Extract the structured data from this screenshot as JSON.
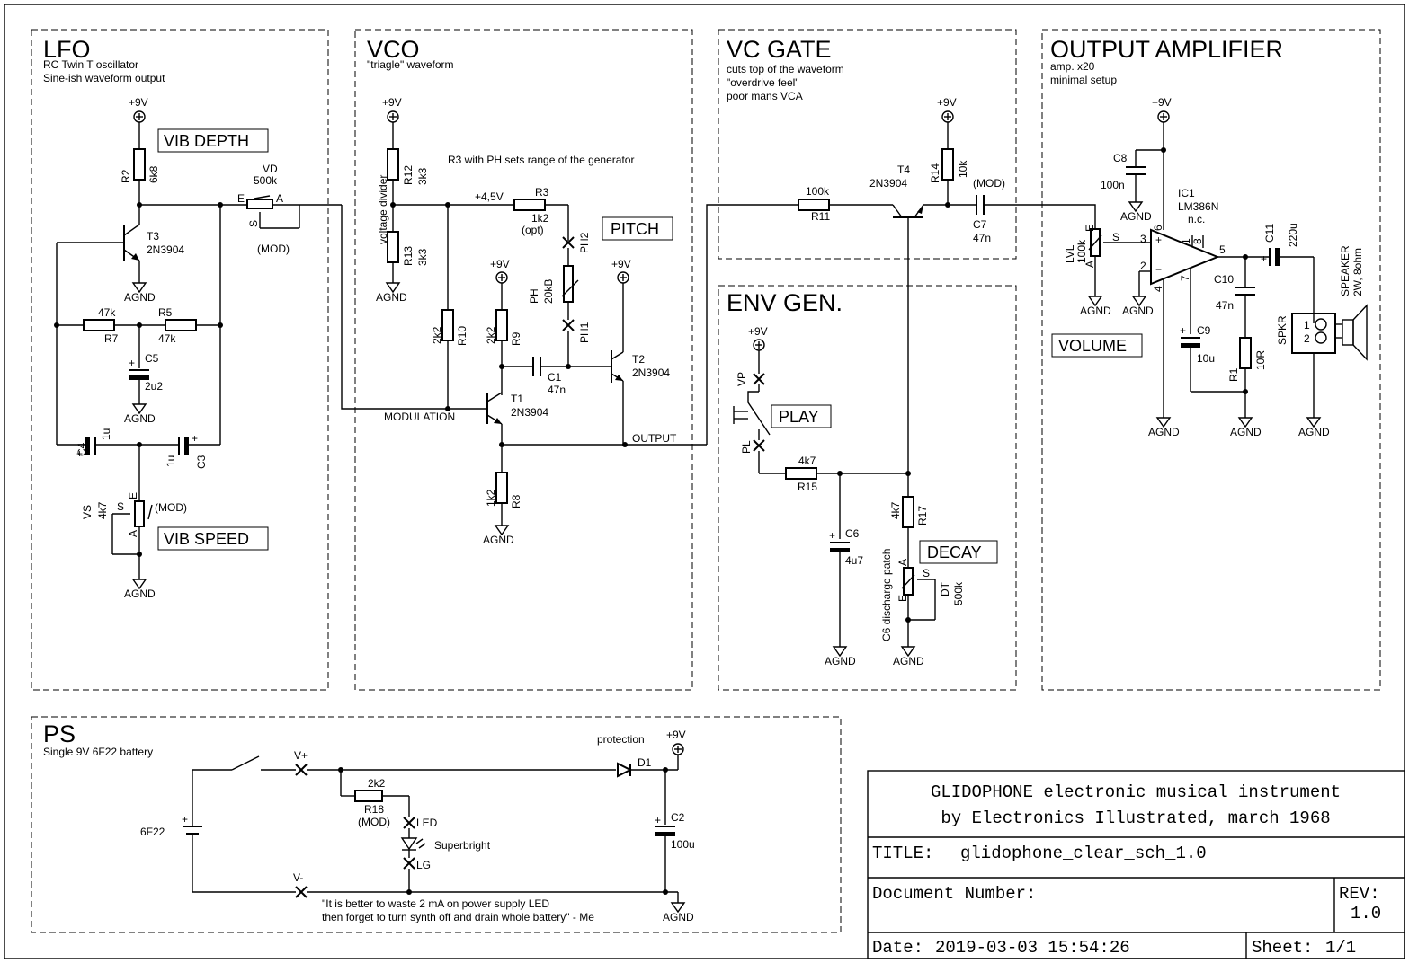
{
  "sections": {
    "lfo": {
      "title": "LFO",
      "line1": "RC Twin T oscillator",
      "line2": "Sine-ish waveform output"
    },
    "vco": {
      "title": "VCO",
      "line1": "\"triagle\" waveform"
    },
    "vcgate": {
      "title": "VC GATE",
      "line1": "cuts top of the waveform",
      "line2": "\"overdrive feel\"",
      "line3": "poor mans VCA"
    },
    "outamp": {
      "title": "OUTPUT AMPLIFIER",
      "line1": "amp. x20",
      "line2": "minimal setup"
    },
    "envgen": {
      "title": "ENV GEN."
    },
    "ps": {
      "title": "PS",
      "line1": "Single 9V 6F22 battery"
    }
  },
  "controls": {
    "vib_depth": "VIB DEPTH",
    "vib_speed": "VIB SPEED",
    "pitch": "PITCH",
    "play": "PLAY",
    "decay": "DECAY",
    "volume": "VOLUME"
  },
  "labels": {
    "p9v": "+9V",
    "agnd": "AGND",
    "mod": "(MOD)",
    "r2_name": "R2",
    "r2_val": "6k8",
    "t3_name": "T3",
    "t3_type": "2N3904",
    "vd_name": "VD",
    "vd_val": "500k",
    "pin_e": "E",
    "pin_a": "A",
    "pin_s": "S",
    "r7_val": "47k",
    "r7_name": "R7",
    "r5_name": "R5",
    "r5_val": "47k",
    "c5_name": "C5",
    "c5_val": "2u2",
    "c4_name": "C4",
    "c4_val": "1u",
    "c3_name": "C3",
    "c3_val": "1u",
    "vs_name": "VS",
    "vs_val": "4k7",
    "r12_name": "R12",
    "r12_val": "3k3",
    "r13_name": "R13",
    "r13_val": "3k3",
    "voltage_divider": "voltage divider",
    "r3_note": "R3 with PH sets range of the generator",
    "v45": "+4,5V",
    "r3_name": "R3",
    "r3_val": "1k2",
    "r3_opt": "(opt)",
    "ph2": "PH2",
    "ph1": "PH1",
    "ph_name": "PH",
    "ph_val": "20kB",
    "r10_val": "2k2",
    "r10_name": "R10",
    "r9_val": "2k2",
    "r9_name": "R9",
    "c1_name": "C1",
    "c1_val": "47n",
    "t2_name": "T2",
    "t2_type": "2N3904",
    "t1_name": "T1",
    "t1_type": "2N3904",
    "modulation": "MODULATION",
    "output": "OUTPUT",
    "r8_val": "1k2",
    "r8_name": "R8",
    "r11_val": "100k",
    "r11_name": "R11",
    "t4_name": "T4",
    "t4_type": "2N3904",
    "r14_name": "R14",
    "r14_val": "10k",
    "c7_name": "C7",
    "c7_val": "47n",
    "vp": "VP",
    "pl": "PL",
    "r15_val": "4k7",
    "r15_name": "R15",
    "c6_name": "C6",
    "c6_val": "4u7",
    "r17_val": "4k7",
    "r17_name": "R17",
    "c6_patch": "C6 discharge patch",
    "dt_name": "DT",
    "dt_val": "500k",
    "c8_name": "C8",
    "c8_val": "100n",
    "ic1_name": "IC1",
    "ic1_type": "LM386N",
    "ic1_nc": "n.c.",
    "lvl_name": "LVL",
    "lvl_val": "100k",
    "c11_name": "C11",
    "c11_val": "220u",
    "speaker_name": "SPEAKER",
    "speaker_val": "2W, 8ohm",
    "c10_name": "C10",
    "c10_val": "47n",
    "c9_name": "C9",
    "c9_val": "10u",
    "r1_name": "R1",
    "r1_val": "10R",
    "spkr": "SPKR",
    "pin1": "1",
    "pin2": "2",
    "pin3": "3",
    "pin4": "4",
    "pin5": "5",
    "pin6": "6",
    "pin7": "7",
    "pin8": "8",
    "vplus": "V+",
    "vminus": "V-",
    "r18_val": "2k2",
    "r18_name": "R18",
    "r18_mod": "(MOD)",
    "led": "LED",
    "lg": "LG",
    "superbright": "Superbright",
    "protection": "protection",
    "d1": "D1",
    "c2_name": "C2",
    "c2_val": "100u",
    "bat": "6F22",
    "quote1": "\"It is better to waste 2 mA on power supply LED",
    "quote2": "then forget to turn synth off and drain whole battery\" - Me"
  },
  "title_block": {
    "line1": "GLIDOPHONE electronic musical instrument",
    "line2": "by Electronics Illustrated, march 1968",
    "title_label": "TITLE:",
    "title_value": "glidophone_clear_sch_1.0",
    "docnum_label": "Document Number:",
    "rev_label": "REV:",
    "rev_value": "1.0",
    "date_label": "Date:",
    "date_value": "2019-03-03 15:54:26",
    "sheet_label": "Sheet:",
    "sheet_value": "1/1"
  }
}
